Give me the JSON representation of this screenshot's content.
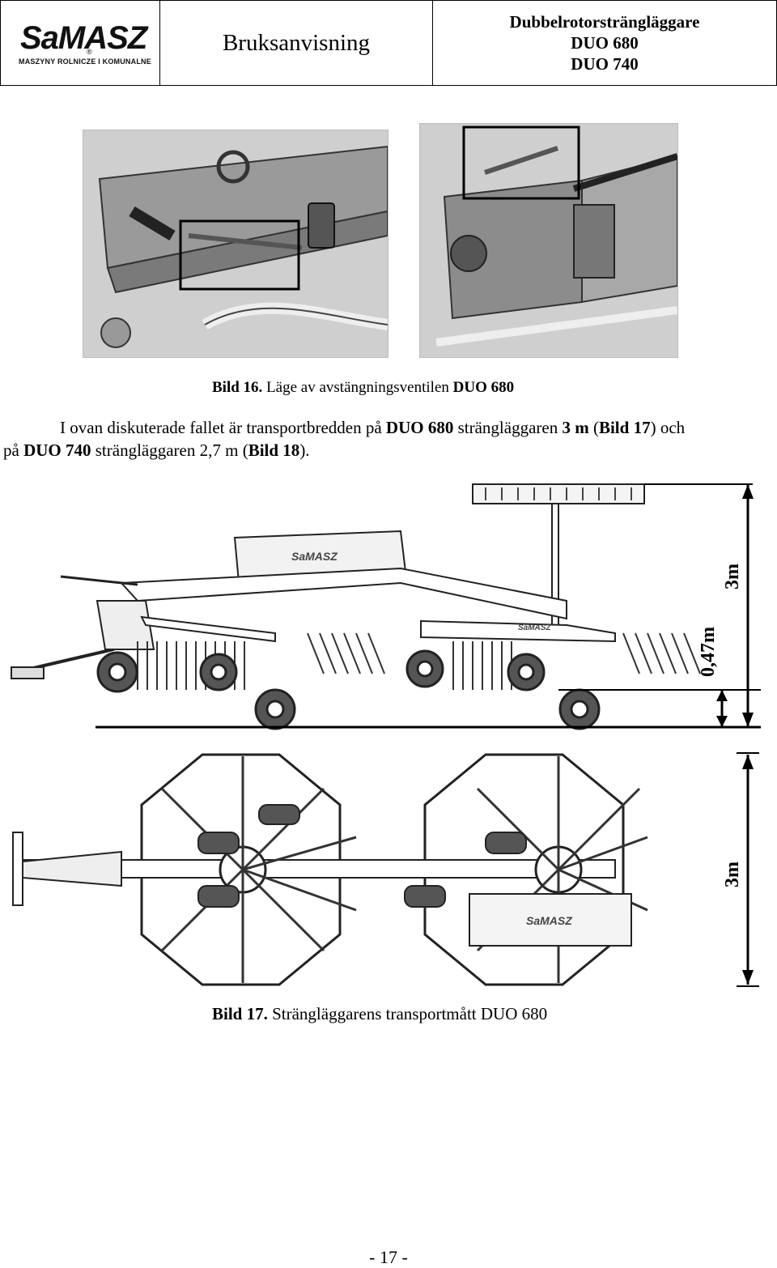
{
  "header": {
    "logo_text": "SaMASZ",
    "logo_reg": "®",
    "logo_subtitle": "MASZYNY ROLNICZE I KOMUNALNE",
    "title": "Bruksanvisning",
    "product_name": "Dubbelrotorsträngläggare",
    "model_1": "DUO 680",
    "model_2": "DUO 740"
  },
  "figure16": {
    "label": "Bild 16.",
    "text": " Läge av avstängningsventilen ",
    "model": "DUO 680"
  },
  "paragraph": {
    "s1": "I ovan diskuterade fallet är transportbredden på ",
    "s2": "DUO 680",
    "s3": " strängläggaren ",
    "s4": "3 m",
    "s5": " (",
    "s6": "Bild 17",
    "s7": ") och",
    "s8": "på ",
    "s9": "DUO 740",
    "s10": " strängläggaren 2,7 m (",
    "s11": "Bild 18",
    "s12": ")."
  },
  "drawing_side": {
    "dim_height": "3m",
    "dim_clearance": "0,47m",
    "brand_mark": "SaMASZ"
  },
  "drawing_top": {
    "dim_width": "3m",
    "brand_mark": "SaMASZ"
  },
  "figure17": {
    "label": "Bild 17.",
    "text": " Strängläggarens transportmått DUO 680"
  },
  "page_number": "- 17 -"
}
